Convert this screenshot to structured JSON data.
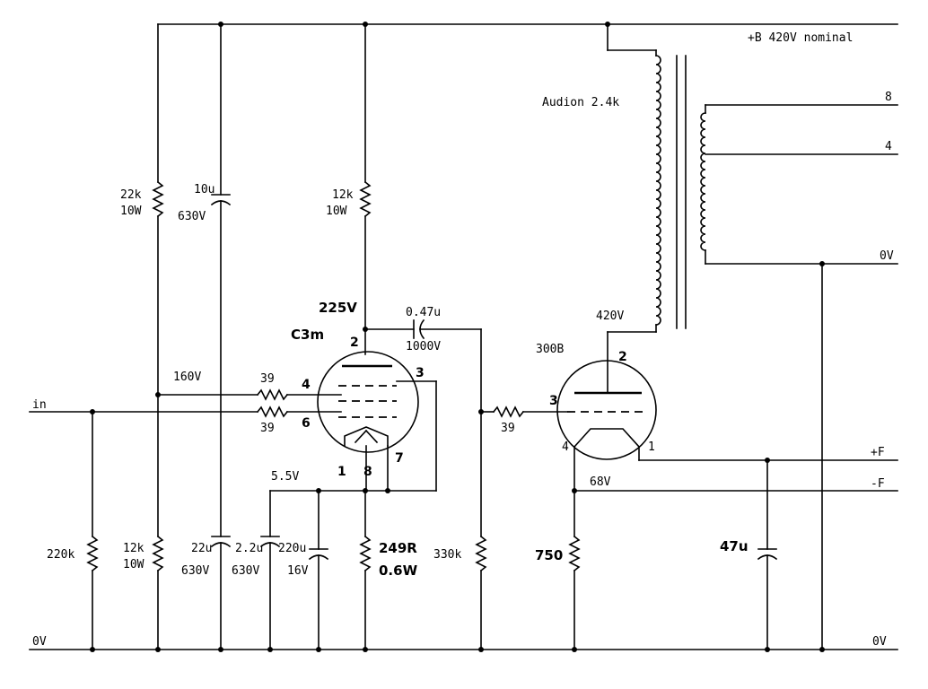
{
  "rails": {
    "supply": "+B 420V nominal",
    "ground_left": "0V",
    "ground_right": "0V",
    "input": "in"
  },
  "transformer": {
    "label": "Audion 2.4k",
    "tap_8": "8",
    "tap_4": "4",
    "tap_0": "0V"
  },
  "filament": {
    "pos": "+F",
    "neg": "-F"
  },
  "components": {
    "r_22k": [
      "22k",
      "10W"
    ],
    "c_10u": [
      "10u",
      "630V"
    ],
    "r_12k_top": [
      "12k",
      "10W"
    ],
    "c_047": [
      "0.47u",
      "1000V"
    ],
    "r_39_a": "39",
    "r_39_b": "39",
    "r_39_c": "39",
    "r_220k": "220k",
    "r_12k_bot": [
      "12k",
      "10W"
    ],
    "c_22u": [
      "22u",
      "630V"
    ],
    "c_22u_small": [
      "2.2u",
      "630V"
    ],
    "c_220u": [
      "220u",
      "16V"
    ],
    "r_249": [
      "249R",
      "0.6W"
    ],
    "r_330k": "330k",
    "r_750": "750",
    "c_47u": "47u"
  },
  "voltages": {
    "anode_c3m": "225V",
    "screen": "160V",
    "cathode": "5.5V",
    "anode_300b": "420V",
    "filament_bias": "68V"
  },
  "tubes": {
    "c3m": {
      "name": "C3m",
      "pins": [
        "2",
        "3",
        "4",
        "6",
        "1",
        "8",
        "7"
      ]
    },
    "t300b": {
      "name": "300B",
      "pins": [
        "2",
        "3",
        "4",
        "1"
      ]
    }
  }
}
